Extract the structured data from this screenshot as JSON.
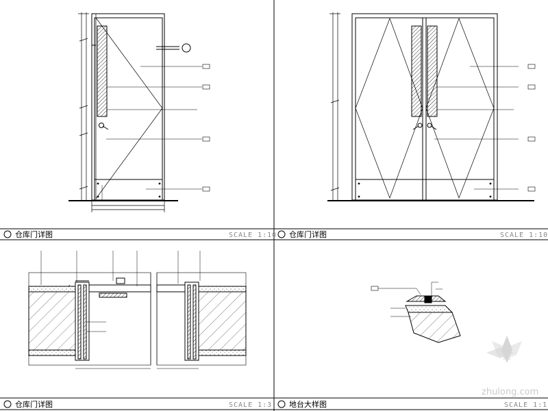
{
  "panels": [
    {
      "title": "仓库门详图",
      "scale": "SCALE 1:10"
    },
    {
      "title": "仓库门详图",
      "scale": "SCALE 1:10"
    },
    {
      "title": "仓库门详图",
      "scale": "SCALE 1:3"
    },
    {
      "title": "地台大样图",
      "scale": "SCALE 1:1"
    }
  ],
  "watermark": {
    "text": "zhulong.com"
  }
}
